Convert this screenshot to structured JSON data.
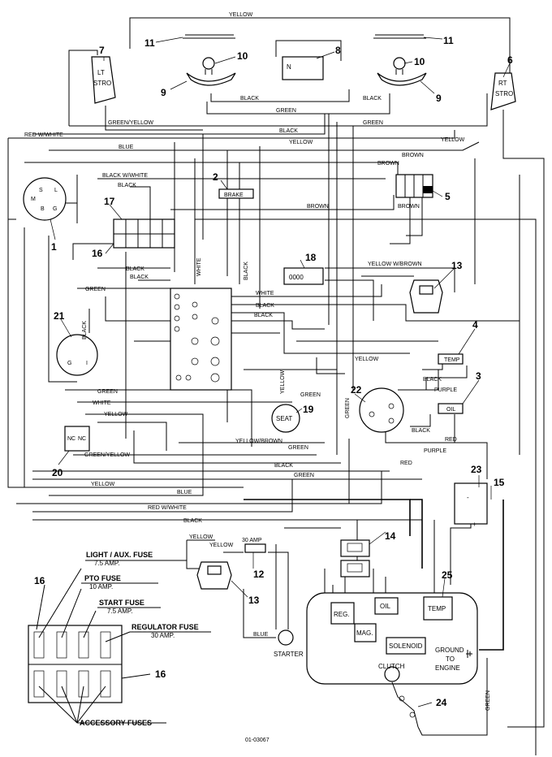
{
  "wire_labels": {
    "yellow_top": "YELLOW",
    "black_1": "BLACK",
    "black_2": "BLACK",
    "green_1": "GREEN",
    "green_yellow": "GREEN/YELLOW",
    "black_3": "BLACK",
    "green_2": "GREEN",
    "yellow_2": "YELLOW",
    "yellow_3": "YELLOW",
    "red_white": "RED W/WHITE",
    "blue_1": "BLUE",
    "brown_1": "BROWN",
    "brown_2": "BROWN",
    "brown_3": "BROWN",
    "brown_4": "BROWN",
    "black_white": "BLACK W/WHITE",
    "black_4": "BLACK",
    "black_5": "BLACK",
    "white_1": "WHITE",
    "black_6": "BLACK",
    "green_3": "GREEN",
    "black_7": "BLACK",
    "white_2": "WHITE",
    "black_8": "BLACK",
    "yellow_wbrown": "YELLOW W/BROWN",
    "yellow_4": "YELLOW",
    "green_4": "GREEN",
    "white_3": "WHITE",
    "yellow_5": "YELLOW",
    "green_yellow_2": "GREEN/YELLOW",
    "yellow_brown": "YELLOW/BROWN",
    "green_5": "GREEN",
    "black_9": "BLACK",
    "green_6": "GREEN",
    "yellow_6": "YELLOW",
    "blue_2": "BLUE",
    "red_white_2": "RED W/WHITE",
    "black_10": "BLACK",
    "yellow_7": "YELLOW",
    "yellow_8": "YELLOW",
    "blue_3": "BLUE",
    "red_1": "RED",
    "red_2": "RED",
    "purple_1": "PURPLE",
    "purple_2": "PURPLE",
    "black_11": "BLACK",
    "black_12": "BLACK",
    "black_13": "BLACK",
    "green_7": "GREEN",
    "green_8": "GREEN",
    "green_9": "GREEN",
    "yellow_9": "YELLOW",
    "black_14": "BLACK"
  },
  "component_labels": {
    "lt_strobe_1": "LT",
    "lt_strobe_2": "STRO",
    "rt_strobe_1": "RT",
    "rt_strobe_2": "STRO",
    "brake": "BRAKE",
    "temp": "TEMP",
    "oil": "OIL",
    "seat": "SEAT",
    "starter": "STARTER",
    "amp30": "30 AMP",
    "reg": "REG.",
    "oil_eng": "OIL",
    "temp_eng": "TEMP",
    "mag": "MAG.",
    "solenoid": "SOLENOID",
    "clutch": "CLUTCH",
    "ground1": "GROUND",
    "ground2": "TO",
    "ground3": "ENGINE",
    "sw_s": "S",
    "sw_l": "L",
    "sw_m": "M",
    "sw_b": "B",
    "sw_g": "G",
    "reg_g": "G",
    "reg_i": "I",
    "nc1": "NC",
    "nc2": "NC",
    "fc_n": "N",
    "digits": "0000",
    "drawing_number": "01-03067"
  },
  "fuse_labels": {
    "light": "LIGHT / AUX. FUSE",
    "light_amp": "7.5 AMP.",
    "pto": "PTO FUSE",
    "pto_amp": "10 AMP.",
    "start": "START FUSE",
    "start_amp": "7.5 AMP.",
    "regulator": "REGULATOR FUSE",
    "regulator_amp": "30 AMP.",
    "accessory": "ACCESSORY FUSES"
  },
  "callouts": {
    "n1": "1",
    "n2": "2",
    "n3": "3",
    "n4": "4",
    "n5": "5",
    "n6": "6",
    "n7": "7",
    "n8": "8",
    "n9a": "9",
    "n9b": "9",
    "n10a": "10",
    "n10b": "10",
    "n11a": "11",
    "n11b": "11",
    "n12": "12",
    "n13a": "13",
    "n13b": "13",
    "n14": "14",
    "n15": "15",
    "n16a": "16",
    "n16b": "16",
    "n16c": "16",
    "n17": "17",
    "n18": "18",
    "n19": "19",
    "n20": "20",
    "n21": "21",
    "n22": "22",
    "n23": "23",
    "n24": "24",
    "n25": "25"
  }
}
